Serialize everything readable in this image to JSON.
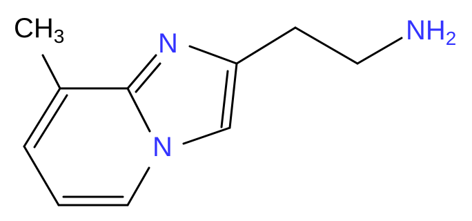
{
  "molecule": {
    "atoms": {
      "ring_n_top": "N",
      "ring_n_bridge": "N",
      "amine": {
        "base": "NH",
        "subscript": "2"
      },
      "methyl": {
        "base": "CH",
        "subscript": "3"
      }
    }
  },
  "colors": {
    "nitrogen": "#3333ff",
    "carbon_bond": "#000000",
    "background": "#ffffff"
  }
}
